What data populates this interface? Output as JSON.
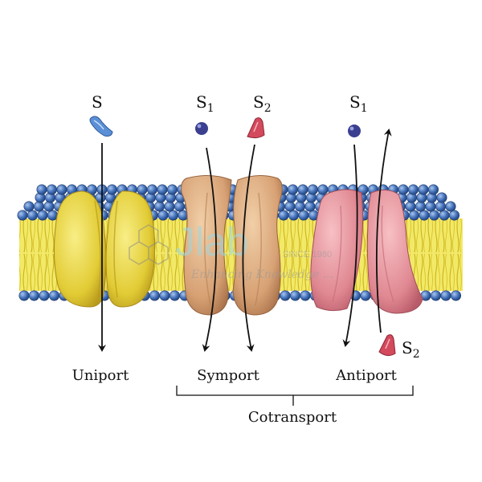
{
  "labels": {
    "uniport_substrate": "S",
    "symport_s1": "S",
    "symport_s1_sub": "1",
    "symport_s2": "S",
    "symport_s2_sub": "2",
    "antiport_s1": "S",
    "antiport_s1_sub": "1",
    "antiport_s2": "S",
    "antiport_s2_sub": "2",
    "uniport": "Uniport",
    "symport": "Symport",
    "antiport": "Antiport",
    "cotransport": "Cotransport"
  },
  "watermark": {
    "brand": "Jlab",
    "since": "SINCE 1980",
    "tagline": "Enhancing Knowledge ..."
  },
  "colors": {
    "lipid_head": "#3f6db5",
    "lipid_tail": "#e9df3c",
    "uniporter": "#e6d23a",
    "symporter": "#d9a77c",
    "antiporter": "#e08a95",
    "solute_s": "#5b8fd6",
    "solute_s1": "#3a3f8f",
    "solute_s2": "#d24a5c"
  }
}
